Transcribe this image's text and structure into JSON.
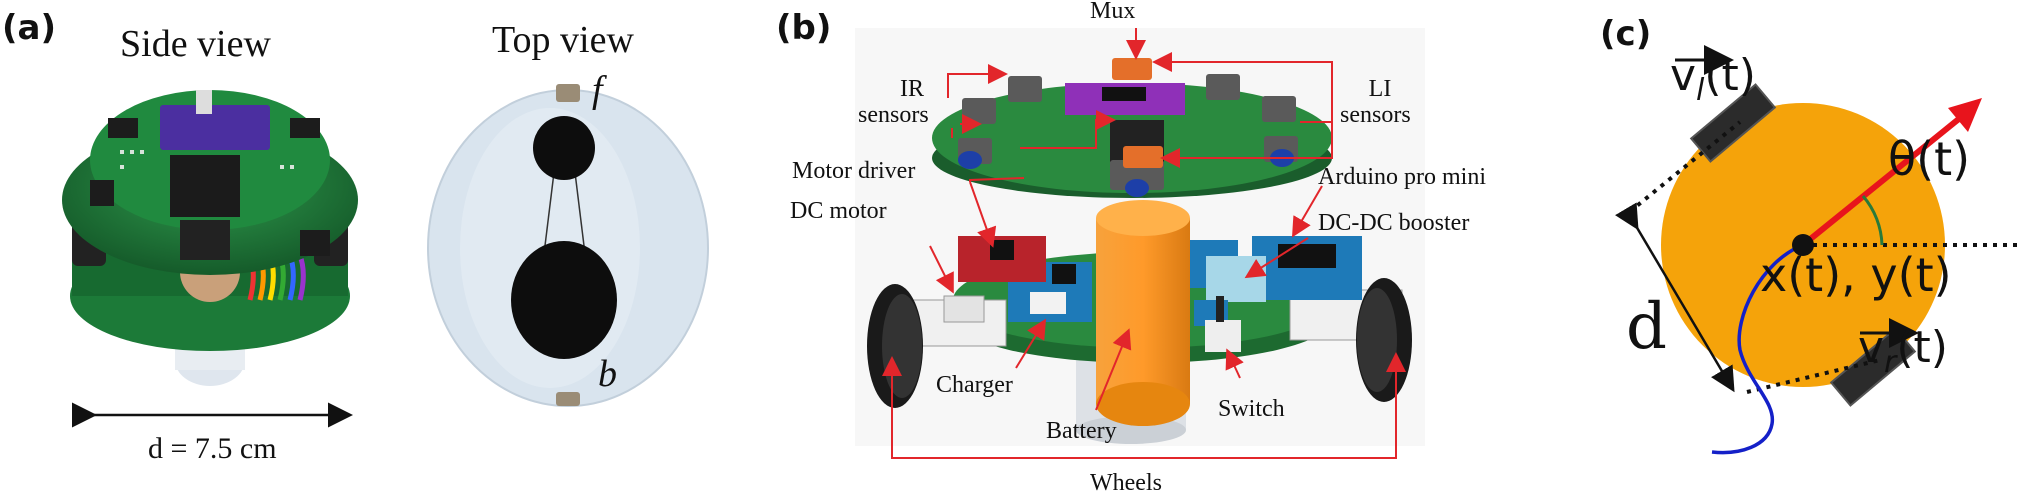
{
  "panels": {
    "a": {
      "label": "(a)",
      "side_view": "Side view",
      "top_view": "Top view",
      "front_marker": "f",
      "back_marker": "b",
      "diameter_label": "d = 7.5 cm"
    },
    "b": {
      "label": "(b)",
      "components": {
        "mux": "Mux",
        "ir_sensors_1": "IR",
        "ir_sensors_2": "sensors",
        "li_sensors_1": "LI",
        "li_sensors_2": "sensors",
        "motor_driver": "Motor driver",
        "arduino": "Arduino pro mini",
        "dc_motor": "DC motor",
        "dc_dc_booster": "DC-DC booster",
        "charger": "Charger",
        "battery": "Battery",
        "switch": "Switch",
        "wheels": "Wheels"
      }
    },
    "c": {
      "label": "(c)",
      "v_left": "v",
      "v_left_sub": "l",
      "v_left_arg": "(t)",
      "v_right": "v",
      "v_right_sub": "r",
      "v_right_arg": "(t)",
      "theta": "θ(t)",
      "position": "x(t), y(t)",
      "distance": "d"
    }
  },
  "colors": {
    "pcb_green": "#1f7a3a",
    "robot_orange": "#f5a30a",
    "heading_red": "#e8141c",
    "trajectory_blue": "#1420c8",
    "callout_red": "#e2262b"
  }
}
